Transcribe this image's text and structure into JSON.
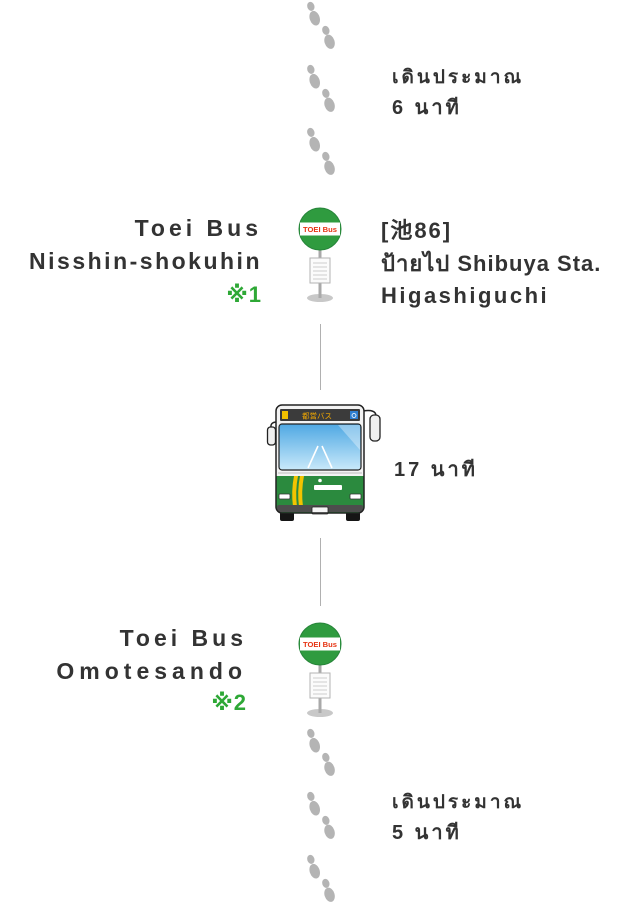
{
  "walk_to_stop": {
    "label": "เดินประมาณ",
    "duration": "6 นาที"
  },
  "boarding_stop": {
    "name_lines": [
      "Toei Bus",
      "Nisshin-shokuhin"
    ],
    "note": "※1",
    "sign_text": "TOEI Bus",
    "route": "[池86]",
    "direction_lines": [
      "ป้ายไป Shibuya Sta.",
      "Higashiguchi"
    ]
  },
  "bus_ride": {
    "duration": "17 นาที",
    "destination_sign": "都営バス"
  },
  "alighting_stop": {
    "name_lines": [
      "Toei Bus",
      "Omotesando"
    ],
    "note": "※2",
    "sign_text": "TOEI Bus"
  },
  "walk_from_stop": {
    "label": "เดินประมาณ",
    "duration": "5 นาที"
  },
  "icons": {
    "walking": "footprints-icon",
    "bus_stop": "bus-stop-sign-icon",
    "bus": "bus-icon"
  },
  "colors": {
    "text": "#333333",
    "note_green": "#2ea836",
    "sign_green": "#2f9b3f",
    "sign_text_red": "#e63312",
    "footprint_gray": "#b4b4b4",
    "connector_gray": "#b0b0b0",
    "bus_green": "#2b8a3e",
    "bus_stripe_yellow": "#f3c300"
  }
}
